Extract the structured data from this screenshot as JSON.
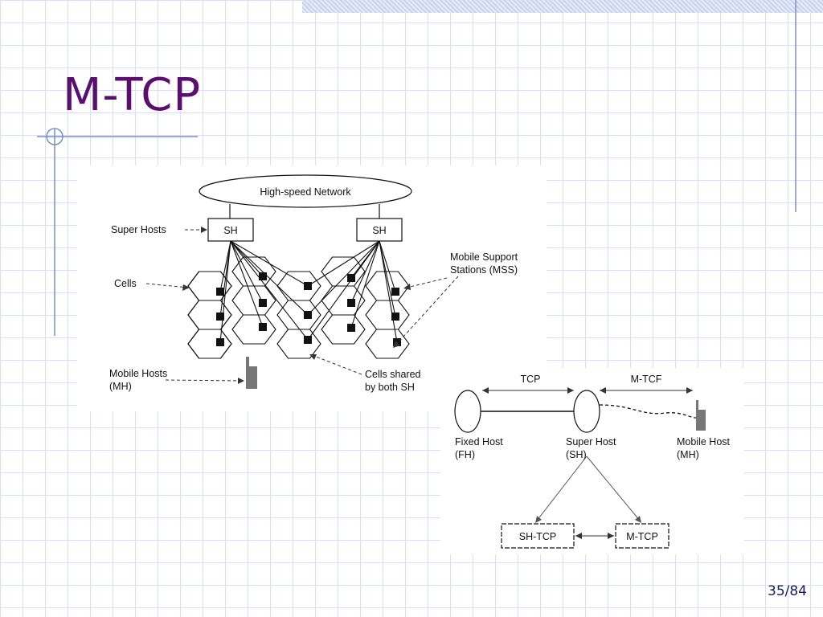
{
  "slide": {
    "title": "M-TCP",
    "page_number": "35/84"
  },
  "diagram1": {
    "network_label": "High-speed Network",
    "super_host_box": "SH",
    "labels": {
      "super_hosts": "Super Hosts",
      "cells": "Cells",
      "mss_line1": "Mobile Support",
      "mss_line2": "Stations (MSS)",
      "mobile_hosts_line1": "Mobile Hosts",
      "mobile_hosts_line2": "(MH)",
      "shared_line1": "Cells shared",
      "shared_line2": "by both SH"
    }
  },
  "diagram2": {
    "tcp_label": "TCP",
    "mtcp_label": "M-TCF",
    "fixed_host_line1": "Fixed Host",
    "fixed_host_line2": "(FH)",
    "super_host_line1": "Super Host",
    "super_host_line2": "(SH)",
    "mobile_host_line1": "Mobile Host",
    "mobile_host_line2": "(MH)",
    "sh_tcp_box": "SH-TCP",
    "m_tcp_box": "M-TCP"
  }
}
